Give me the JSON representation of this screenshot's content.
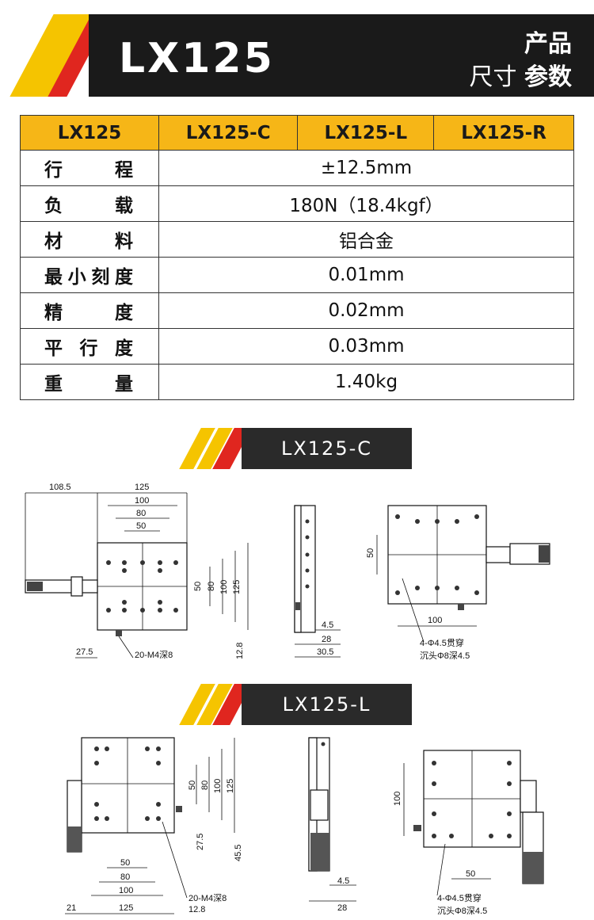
{
  "header": {
    "model": "LX125",
    "sub_line1": "产品",
    "sub_line2_a": "尺寸",
    "sub_line2_b": "参数"
  },
  "table": {
    "columns": [
      "LX125",
      "LX125-C",
      "LX125-L",
      "LX125-R"
    ],
    "rows": [
      {
        "label": "行程",
        "value": "±12.5mm"
      },
      {
        "label": "负载",
        "value": "180N（18.4kgf）"
      },
      {
        "label": "材料",
        "value": "铝合金"
      },
      {
        "label": "最小刻度",
        "value": "0.01mm"
      },
      {
        "label": "精度",
        "value": "0.02mm"
      },
      {
        "label": "平行度",
        "value": "0.03mm"
      },
      {
        "label": "重量",
        "value": "1.40kg"
      }
    ]
  },
  "section_c": {
    "title": "LX125-C",
    "dims_front": [
      "108.5",
      "125",
      "100",
      "80",
      "50",
      "50",
      "80",
      "100",
      "125",
      "27.5",
      "20-M4深8",
      "12.8"
    ],
    "dims_side": [
      "4.5",
      "28",
      "30.5"
    ],
    "dims_top": [
      "50",
      "100",
      "4-Φ4.5贯穿",
      "沉头Φ8深4.5"
    ]
  },
  "section_l": {
    "title": "LX125-L",
    "dims_front": [
      "50",
      "80",
      "100",
      "125",
      "27.5",
      "45.5",
      "50",
      "80",
      "100",
      "21",
      "125",
      "12.8",
      "20-M4深8"
    ],
    "dims_side": [
      "4.5",
      "28"
    ],
    "dims_top": [
      "100",
      "50",
      "4-Φ4.5贯穿",
      "沉头Φ8深4.5"
    ]
  }
}
